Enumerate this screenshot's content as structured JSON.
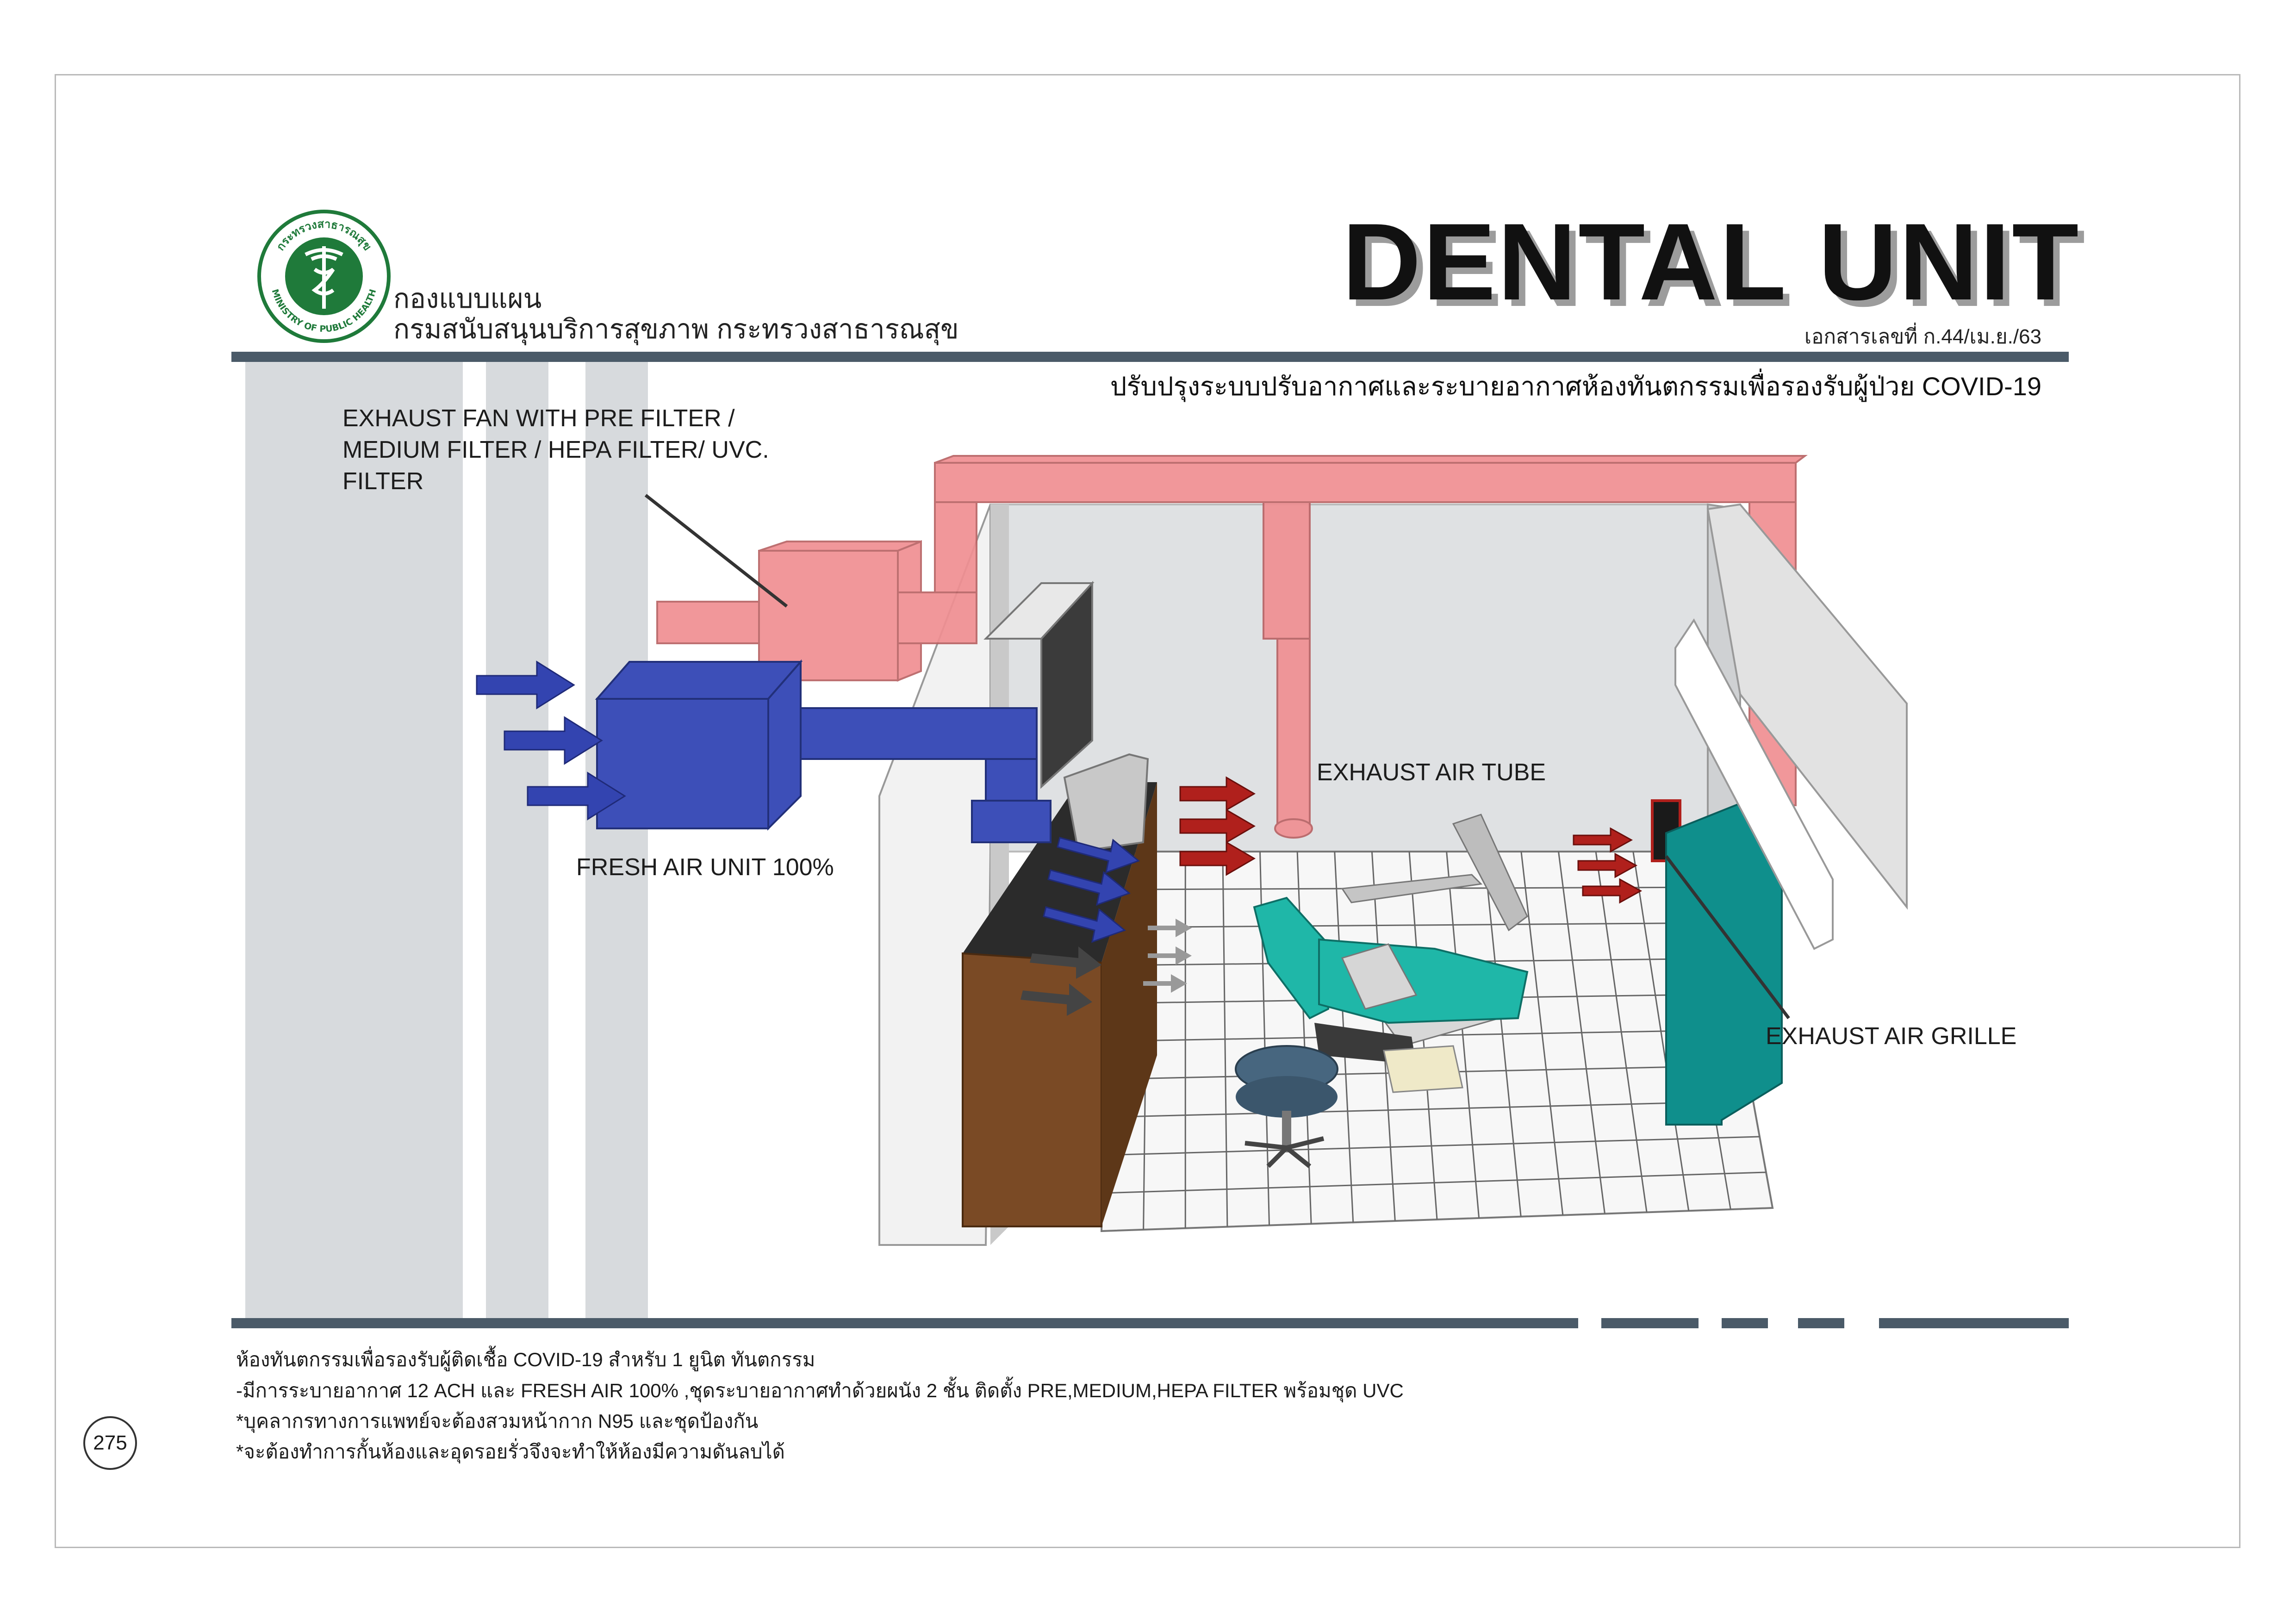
{
  "header": {
    "title": "DENTAL UNIT",
    "doc_number": "เอกสารเลขที่ ก.44/เม.ย./63",
    "subtitle": "ปรับปรุงระบบปรับอากาศและระบายอากาศห้องทันตกรรมเพื่อรองรับผู้ป่วย COVID-19",
    "org_line1": "กองแบบแผน",
    "org_line2": "กรมสนับสนุนบริการสุขภาพ กระทรวงสาธารณสุข",
    "logo_text_top": "กระทรวงสาธารณสุข",
    "logo_text_bottom": "MINISTRY OF PUBLIC HEALTH"
  },
  "diagram": {
    "labels": {
      "exhaust_fan": "EXHAUST FAN WITH PRE FILTER / MEDIUM FILTER / HEPA FILTER/ UVC. FILTER",
      "fresh_air_unit": "FRESH AIR UNIT 100%",
      "exhaust_air_tube": "EXHAUST AIR TUBE",
      "exhaust_air_grille": "EXHAUST AIR GRILLE"
    },
    "colors": {
      "exhaust_duct": "#f08f92",
      "fresh_air_duct": "#3d4fb8",
      "arrow_red": "#b0201c",
      "arrow_blue": "#3344b0",
      "door": "#0f8f8c",
      "chair": "#1fb7a8",
      "rule": "#4a5a68",
      "stripe": "#d7dadd"
    }
  },
  "notes": [
    "ห้องทันตกรรมเพื่อรองรับผู้ติดเชื้อ COVID-19 สำหรับ 1 ยูนิต ทันตกรรม",
    "-มีการระบายอากาศ 12 ACH และ FRESH AIR 100% ,ชุดระบายอากาศทำด้วยผนัง 2 ชั้น ติดตั้ง PRE,MEDIUM,HEPA FILTER พร้อมชุด UVC",
    "*บุคลากรทางการแพทย์จะต้องสวมหน้ากาก N95 และชุดป้องกัน",
    "*จะต้องทำการกั้นห้องและอุดรอยรั่วจึงจะทำให้ห้องมีความดันลบได้"
  ],
  "page_number": "275"
}
